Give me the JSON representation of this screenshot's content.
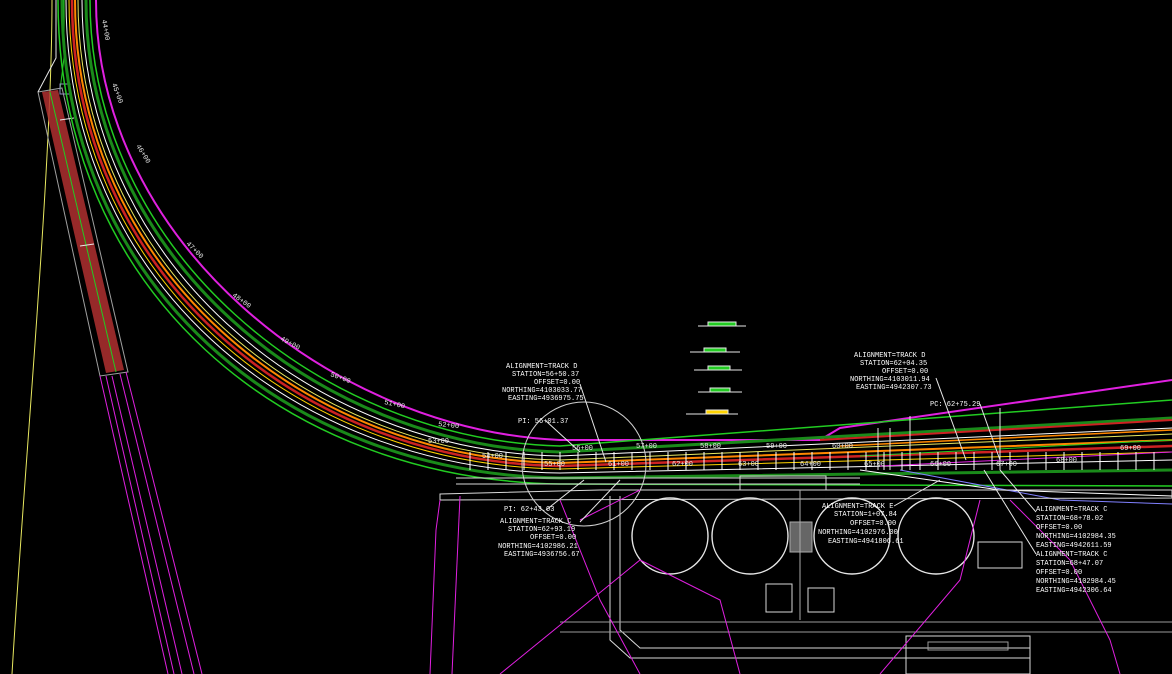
{
  "colors": {
    "background": "#000000",
    "track_green": "#22cc22",
    "track_red": "#cc2222",
    "track_orange": "#ff8800",
    "track_yellow": "#ffd400",
    "magenta": "#e020e0",
    "white": "#ffffff",
    "gray": "#aaaaaa",
    "platform_red": "#b03030"
  },
  "callouts": [
    {
      "id": "track-d-left",
      "lines": [
        "ALIGNMENT=TRACK D",
        "STATION=56+50.37",
        "OFFSET=0.00",
        "NORTHING=4103033.77",
        "EASTING=4936975.75"
      ]
    },
    {
      "id": "track-d-right",
      "lines": [
        "ALIGNMENT=TRACK D",
        "STATION=62+04.35",
        "OFFSET=0.00",
        "NORTHING=4103011.94",
        "EASTING=4942307.73"
      ]
    },
    {
      "id": "track-c-left",
      "lines": [
        "ALIGNMENT=TRACK C",
        "STATION=62+93.19",
        "OFFSET=0.00",
        "NORTHING=4102986.21",
        "EASTING=4936756.67"
      ]
    },
    {
      "id": "track-e",
      "lines": [
        "ALIGNMENT=TRACK E",
        "STATION=1+07.84",
        "OFFSET=0.00",
        "NORTHING=4102976.00",
        "EASTING=4941806.61"
      ]
    },
    {
      "id": "track-c-right-1",
      "lines": [
        "ALIGNMENT=TRACK C",
        "STATION=68+78.02",
        "OFFSET=0.00",
        "NORTHING=4102984.35",
        "EASTING=4942611.59"
      ]
    },
    {
      "id": "track-c-right-2",
      "lines": [
        "ALIGNMENT=TRACK C",
        "STATION=68+47.07",
        "OFFSET=0.00",
        "NORTHING=4102984.45",
        "EASTING=4942306.64"
      ]
    }
  ],
  "point_labels": {
    "pi_left": "PI: 56+01.37",
    "pi_bottom": "PI: 62+43.03",
    "pc_right": "PC: 62+75.29"
  },
  "station_labels": [
    "53+00",
    "54+00",
    "55+00",
    "56+00",
    "57+00",
    "58+00",
    "59+00",
    "60+00",
    "61+00",
    "62+00",
    "63+00",
    "64+00",
    "65+00",
    "66+00",
    "67+00",
    "68+00",
    "69+00"
  ],
  "curve_station_labels": [
    "44+00",
    "45+00",
    "46+00",
    "47+00",
    "48+00",
    "49+00",
    "50+00",
    "51+00",
    "52+00"
  ]
}
